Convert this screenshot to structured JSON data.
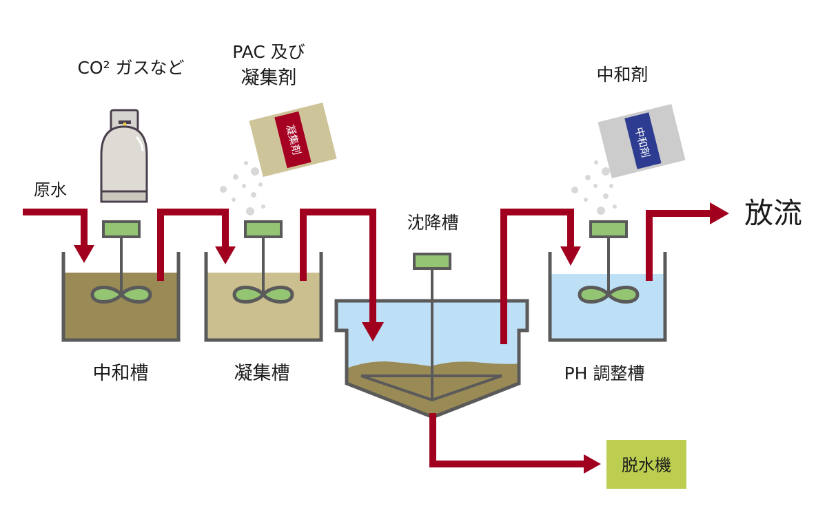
{
  "labels": {
    "co2": "CO² ガスなど",
    "pac_line1": "PAC 及び",
    "pac_line2": "凝集剤",
    "neutralizer": "中和剤",
    "raw_water": "原水",
    "settling_tank": "沈降槽",
    "discharge": "放流",
    "neutralization_tank": "中和槽",
    "coagulation_tank": "凝集槽",
    "ph_tank": "PH 調整槽",
    "dehydrator": "脱水機",
    "coagulant_bag": "凝集剤",
    "neutralizer_bag": "中和剤"
  },
  "colors": {
    "pipe": "#a0001e",
    "tank_outline": "#5a5a5a",
    "motor": "#93c572",
    "sludge_dark": "#9a8a55",
    "sludge_light": "#cbbf8f",
    "water": "#bde0f6",
    "coagulant_bag": "#cec49a",
    "coagulant_label": "#a50021",
    "neutralizer_bag": "#cccccc",
    "neutralizer_label": "#2d3c91",
    "dehydrator": "#bccd50"
  }
}
